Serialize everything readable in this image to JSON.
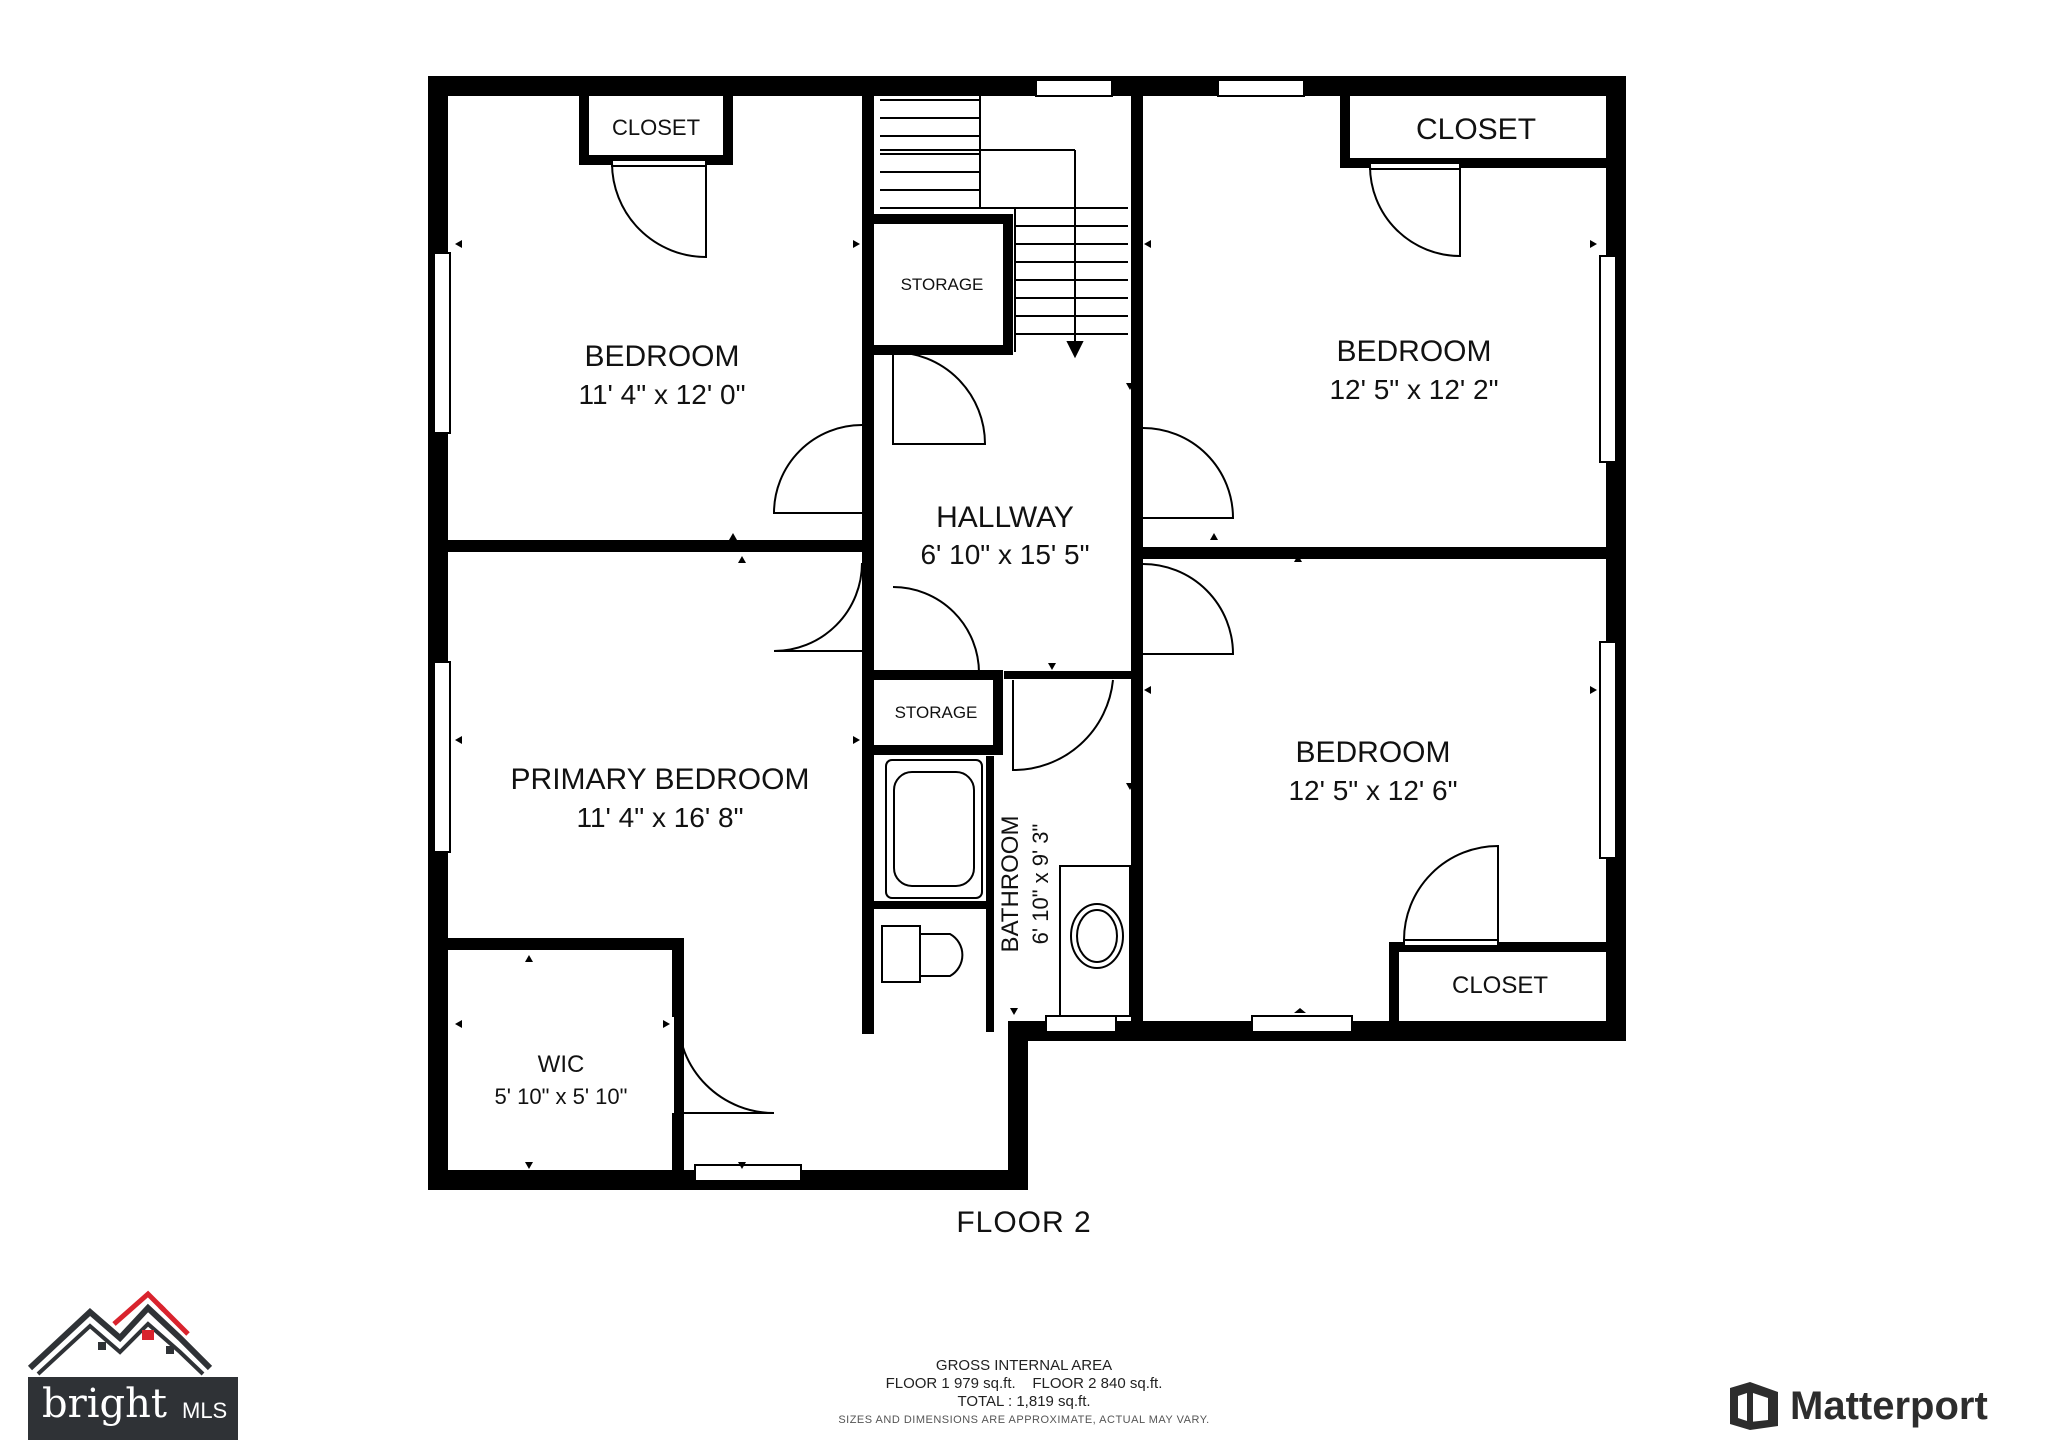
{
  "floor": {
    "title": "FLOOR 2",
    "rooms": [
      {
        "id": "bedroom-1",
        "name": "BEDROOM",
        "dims": "11' 4\" x 12' 0\""
      },
      {
        "id": "bedroom-2",
        "name": "BEDROOM",
        "dims": "12' 5\" x 12' 2\""
      },
      {
        "id": "hallway",
        "name": "HALLWAY",
        "dims": "6' 10\" x 15' 5\""
      },
      {
        "id": "primary-bedroom",
        "name": "PRIMARY BEDROOM",
        "dims": "11' 4\" x 16' 8\""
      },
      {
        "id": "bedroom-3",
        "name": "BEDROOM",
        "dims": "12' 5\" x 12' 6\""
      },
      {
        "id": "bathroom",
        "name": "BATHROOM",
        "dims": "6' 10\" x 9' 3\""
      },
      {
        "id": "wic",
        "name": "WIC",
        "dims": "5' 10\" x 5' 10\""
      }
    ],
    "labels": {
      "closet_1": "CLOSET",
      "closet_2": "CLOSET",
      "closet_3": "CLOSET",
      "storage_1": "STORAGE",
      "storage_2": "STORAGE"
    }
  },
  "area": {
    "heading": "GROSS INTERNAL AREA",
    "line1": "FLOOR 1 979 sq.ft.    FLOOR 2 840 sq.ft.",
    "line2": "TOTAL :  1,819 sq.ft.",
    "note": "SIZES AND DIMENSIONS ARE APPROXIMATE, ACTUAL MAY VARY."
  },
  "branding": {
    "bright_word": "bright",
    "bright_mls": "MLS",
    "matterport": "Matterport",
    "bright_icon": "house-roofs-icon",
    "matterport_icon": "matterport-cube-icon",
    "accent_red": "#d9232d",
    "dark": "#2f3236"
  }
}
